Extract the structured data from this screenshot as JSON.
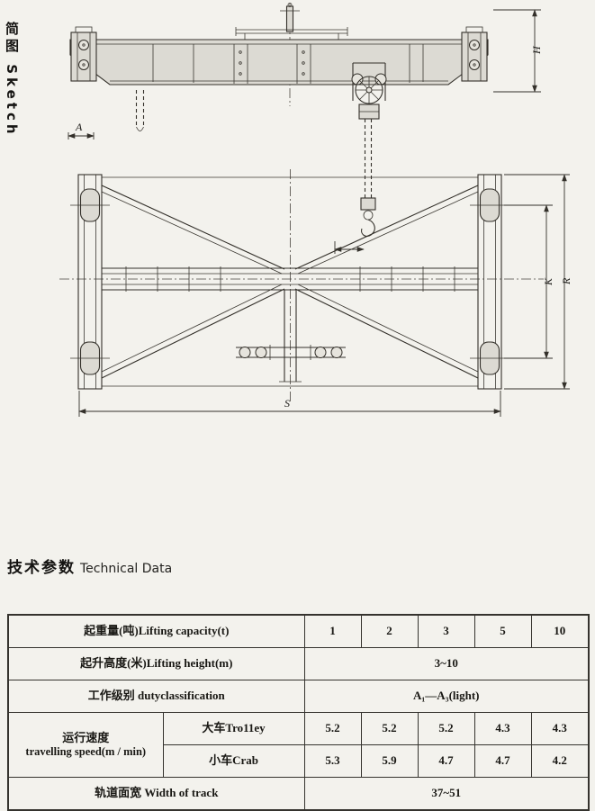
{
  "page": {
    "sketch_label_cn": "简图",
    "sketch_label_en": "Sketch",
    "tech_heading_cn": "技术参数",
    "tech_heading_en": "Technical Data"
  },
  "drawing": {
    "dims": {
      "H": "H",
      "A": "A",
      "K": "K",
      "R": "R",
      "S": "S"
    }
  },
  "table": {
    "capacity": {
      "label": "起重量(吨)Lifting capacity(t)",
      "values": [
        "1",
        "2",
        "3",
        "5",
        "10"
      ]
    },
    "height": {
      "label": "起升高度(米)Lifting height(m)",
      "value": "3~10"
    },
    "duty": {
      "label": "工作级别 dutyclassification",
      "value": "A₁—A₃(light)"
    },
    "speed": {
      "label_cn": "运行速度",
      "label_en": "travelling speed(m / min)",
      "trolley": {
        "label": "大车Tro11ey",
        "values": [
          "5.2",
          "5.2",
          "5.2",
          "4.3",
          "4.3"
        ]
      },
      "crab": {
        "label": "小车Crab",
        "values": [
          "5.3",
          "5.9",
          "4.7",
          "4.7",
          "4.2"
        ]
      }
    },
    "track": {
      "label": "轨道面宽 Width of track",
      "value": "37~51"
    }
  }
}
